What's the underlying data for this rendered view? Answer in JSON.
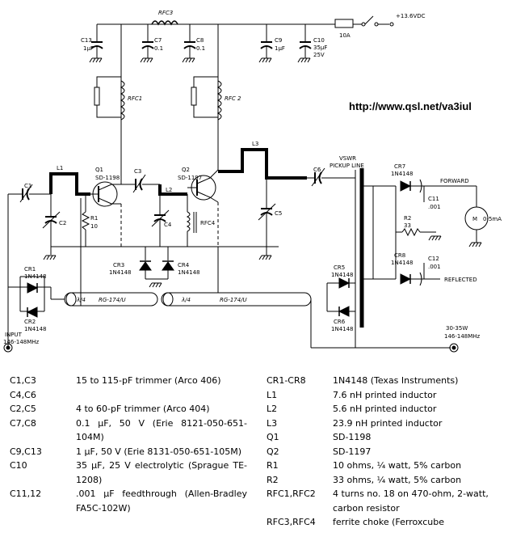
{
  "url_text": "http://www.qsl.net/va3iul",
  "labels": {
    "rfc3": "RFC3",
    "supply": "+13.6VDC",
    "fuse": "10A",
    "c13": [
      "C13",
      "1µF"
    ],
    "c7": [
      "C7",
      "0.1"
    ],
    "c8": [
      "C8",
      "0.1"
    ],
    "c9": [
      "C9",
      "1µF"
    ],
    "c10": [
      "C10",
      "35µF",
      "25V"
    ],
    "rfc1": "RFC1",
    "rfc2": "RFC 2",
    "l1": "L1",
    "l2": "L2",
    "l3": "L3",
    "q1": [
      "Q1",
      "SD-1198"
    ],
    "q2": [
      "Q2",
      "SD-1197"
    ],
    "c1": "C1",
    "c2": "C2",
    "c3": "C3",
    "c4": "C4",
    "c5": "C5",
    "c6": "C6",
    "r1": [
      "R1",
      "10"
    ],
    "rfc4": "RFC4",
    "cr1": [
      "CR1",
      "1N4148"
    ],
    "cr2": [
      "CR2",
      "1N4148"
    ],
    "cr3": [
      "CR3",
      "1N4148"
    ],
    "cr4": [
      "CR4",
      "1N4148"
    ],
    "cr5": [
      "CR5",
      "1N4148"
    ],
    "cr6": [
      "CR6",
      "1N4148"
    ],
    "cr7": [
      "CR7",
      "1N4148"
    ],
    "cr8": [
      "CR8",
      "1N4148"
    ],
    "vswr": [
      "VSWR",
      "PICKUP LINE"
    ],
    "forward": "FORWARD",
    "reflected": "REFLECTED",
    "c11": [
      "C11",
      ".001"
    ],
    "c12": [
      "C12",
      ".001"
    ],
    "r2": [
      "R2",
      "33"
    ],
    "meter": "M",
    "meter_range": "0-5mA",
    "coax1": [
      "λ/4",
      "RG-174/U"
    ],
    "coax2": [
      "λ/4",
      "RG-174/U"
    ],
    "input": [
      "INPUT",
      "146-148MHz"
    ],
    "output": [
      "30-35W",
      "146-148MHz"
    ]
  },
  "parts_left": [
    {
      "ref": "C1,C3",
      "desc": "15 to 115-pF trimmer (Arco 406)"
    },
    {
      "ref": "C4,C6",
      "desc": ""
    },
    {
      "ref": "C2,C5",
      "desc": "4 to 60-pF trimmer (Arco 404)"
    },
    {
      "ref": "C7,C8",
      "desc": "0.1 µF, 50 V (Erie 8121-050-651-104M)"
    },
    {
      "ref": "C9,C13",
      "desc": "1 µF, 50 V (Erie 8131-050-651-105M)"
    },
    {
      "ref": "C10",
      "desc": "35 µF, 25 V electrolytic (Sprague TE-1208)"
    },
    {
      "ref": "C11,12",
      "desc": ".001 µF feedthrough (Allen-Bradley FA5C-102W)"
    }
  ],
  "parts_right": [
    {
      "ref": "CR1-CR8",
      "desc": "1N4148 (Texas Instruments)"
    },
    {
      "ref": "L1",
      "desc": "7.6 nH printed inductor"
    },
    {
      "ref": "L2",
      "desc": "5.6 nH printed inductor"
    },
    {
      "ref": "L3",
      "desc": "23.9 nH printed inductor"
    },
    {
      "ref": "Q1",
      "desc": "SD-1198"
    },
    {
      "ref": "Q2",
      "desc": "SD-1197"
    },
    {
      "ref": "R1",
      "desc": "10 ohms, ¼ watt, 5% carbon"
    },
    {
      "ref": "R2",
      "desc": "33 ohms, ¼ watt, 5% carbon"
    },
    {
      "ref": "RFC1,RFC2",
      "desc": "4 turns no. 18 on 470-ohm, 2-watt, carbon resistor"
    },
    {
      "ref": "RFC3,RFC4",
      "desc": "ferrite choke (Ferroxcube"
    }
  ]
}
